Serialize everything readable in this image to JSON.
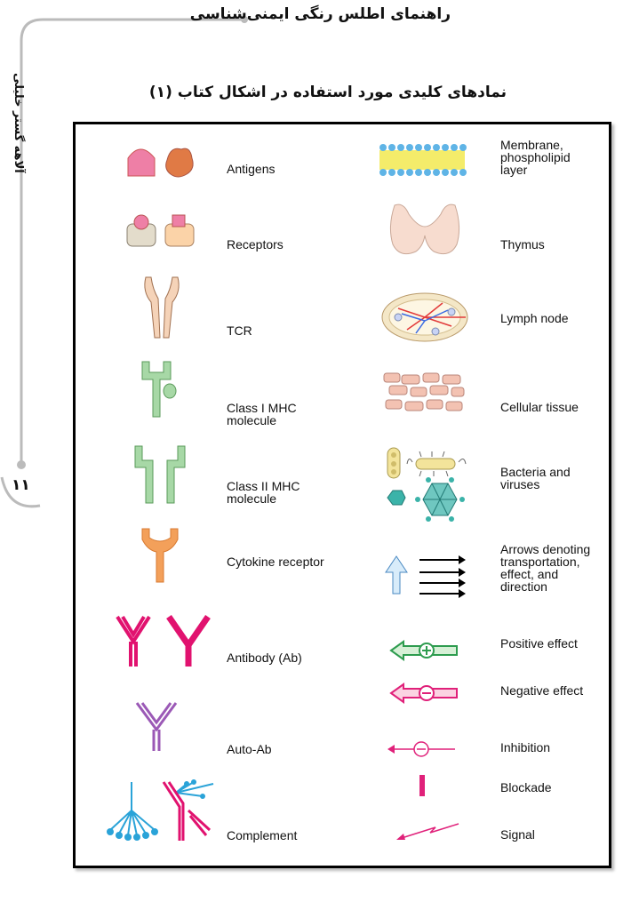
{
  "header": {
    "book_title": "راهنمای اطلس رنگی ایمنی‌شناسی",
    "page_title": "نمادهای کلیدی مورد استفاده در اشکال کتاب (۱)",
    "author": "آلاهه گستر خلیلی",
    "page_number": "۱۱"
  },
  "left_column": [
    {
      "label": "Antigens",
      "icon": "antigen-icon"
    },
    {
      "label": "Receptors",
      "icon": "receptor-icon"
    },
    {
      "label": "TCR",
      "icon": "tcr-icon"
    },
    {
      "label": "Class I MHC\nmolecule",
      "icon": "mhc-class1-icon"
    },
    {
      "label": "Class II MHC\nmolecule",
      "icon": "mhc-class2-icon"
    },
    {
      "label": "Cytokine receptor",
      "icon": "cytokine-receptor-icon"
    },
    {
      "label": "Antibody (Ab)",
      "icon": "antibody-icon"
    },
    {
      "label": "Auto-Ab",
      "icon": "auto-antibody-icon"
    },
    {
      "label": "Complement",
      "icon": "complement-icon"
    }
  ],
  "right_column": [
    {
      "label": "Membrane,\nphospholipid\nlayer",
      "icon": "membrane-icon"
    },
    {
      "label": "Thymus",
      "icon": "thymus-icon"
    },
    {
      "label": "Lymph node",
      "icon": "lymph-node-icon"
    },
    {
      "label": "Cellular tissue",
      "icon": "cellular-tissue-icon"
    },
    {
      "label": "Bacteria and\nviruses",
      "icon": "bacteria-virus-icon"
    },
    {
      "label": "Arrows denoting\ntransportation,\neffect, and\ndirection",
      "icon": "arrows-icon"
    },
    {
      "label": "Positive effect",
      "icon": "positive-effect-icon"
    },
    {
      "label": "Negative effect",
      "icon": "negative-effect-icon"
    },
    {
      "label": "Inhibition",
      "icon": "inhibition-icon"
    },
    {
      "label": "Blockade",
      "icon": "blockade-icon"
    },
    {
      "label": "Signal",
      "icon": "signal-icon"
    }
  ],
  "colors": {
    "antigen_pink": "#ee7fa6",
    "antigen_orange": "#e07a45",
    "mhc_green": "#a7d8a6",
    "cytokine_orange": "#f3a05a",
    "antibody_magenta": "#e1126f",
    "autoab_purple": "#9b59b6",
    "complement_blue": "#2aa3d8",
    "positive_green": "#2e9c4f",
    "negative_pink": "#e0217a"
  }
}
